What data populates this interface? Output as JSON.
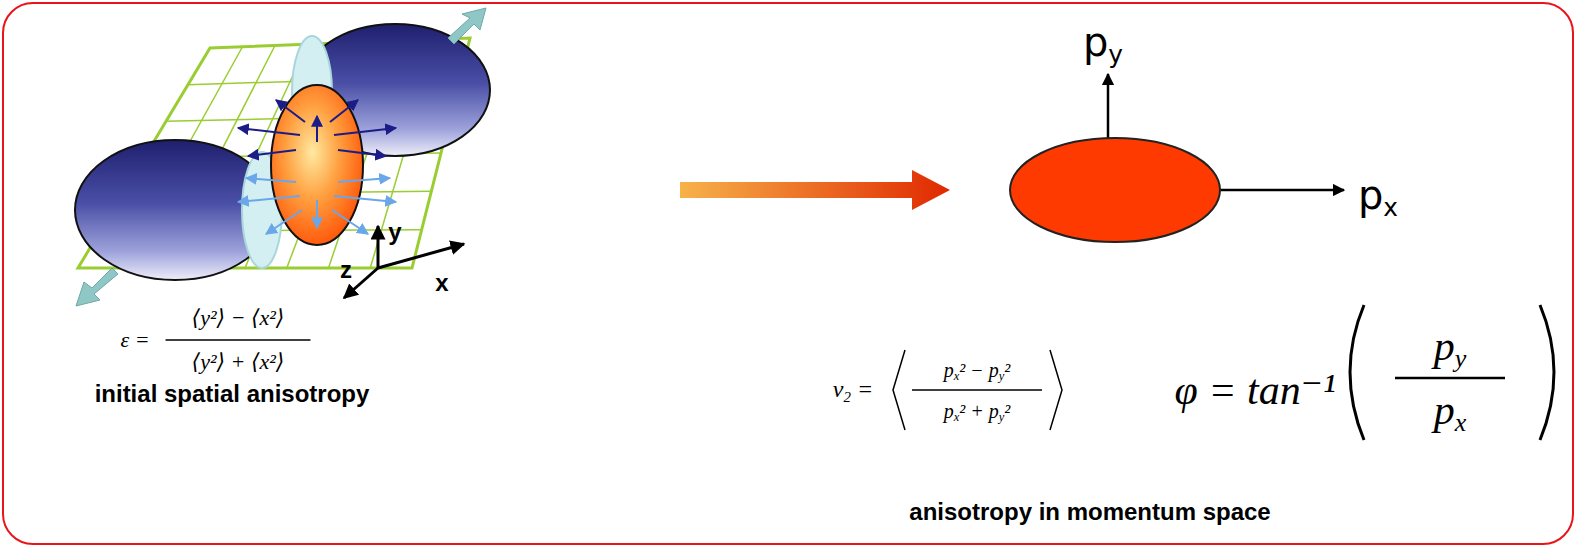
{
  "diagram": {
    "labels": [
      "y",
      "z",
      "x",
      "ε =",
      "⟨y²⟩ − ⟨x²⟩",
      "⟨y²⟩ + ⟨x²⟩",
      "initial spatial anisotropy",
      "py",
      "px",
      "v2 =",
      "px² − py²",
      "px² + py²",
      "φ = tan⁻¹",
      "py",
      "px",
      "anisotropy in momentum space"
    ]
  }
}
